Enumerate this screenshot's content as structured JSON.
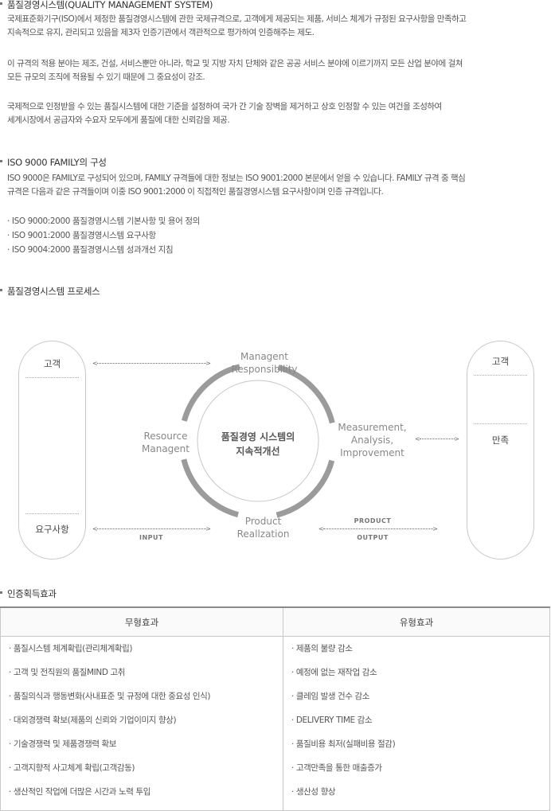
{
  "qms": {
    "title": "품질경영시스템(QUALITY MANAGEMENT SYSTEM)",
    "para1": [
      "국제표준화기구(ISO)에서 제정한 품질경영시스템에 관한 국제규격으로, 고객에게 제공되는 제품, 서비스 체계가 규정된 요구사항을 만족하고",
      "지속적으로 유지, 관리되고 있음을 제3자 인증기관에서 객관적으로 평가하여 인증해주는 제도."
    ],
    "para2": [
      "이 규격의 적용 분야는 제조, 건설, 서비스뿐만 아니라, 학교 및 지방 자치 단체와 같은 공공 서비스 분야에 이르기까지 모든 산업 분야에 걸쳐",
      "모든 규모의 조직에 적용될 수 있기 때문에 그 중요성이 강조."
    ],
    "para3": [
      "국제적으로 인정받을 수 있는 품질시스템에 대한 기준을 설정하여 국가 간 기술 장벽을 제거하고 상호 인정할 수 있는 여건을 조성하여",
      "세계시장에서 공급자와 수요자 모두에게 품질에 대한 신뢰감을 제공."
    ]
  },
  "family": {
    "title": "ISO 9000 FAMILY의 구성",
    "para": [
      "ISO 9000은 FAMILY로 구성되어 있으며, FAMILY 규격들에 대한 정보는 ISO 9001:2000 본문에서 얻을 수 있습니다. FAMILY 규격 중 핵심",
      "규격은 다음과 같은 규격들이며 이중 ISO 9001:2000 이 직접적인 품질경영시스템 요구사항이며 인증 규격입니다."
    ],
    "items": [
      "· ISO 9000:2000 품질경영시스템 기본사항 및 용어 정의",
      "· ISO 9001:2000 품질경영시스템 요구사항",
      "· ISO 9004:2000 품질경영시스템 성과개선 지침"
    ]
  },
  "process": {
    "title": "품질경영시스템 프로세스",
    "left_pill": {
      "top": "고객",
      "bottom": "요구사항"
    },
    "right_pill": {
      "top": "고객",
      "bottom": "만족"
    },
    "center": {
      "line1": "품질경영 시스템의",
      "line2": "지속적개선"
    },
    "top_label": [
      "Managent",
      "Responsibllity"
    ],
    "left_label": [
      "Resource",
      "Managent"
    ],
    "right_label": [
      "Measurement,",
      "Analysis,",
      "Improvement"
    ],
    "bottom_label": [
      "Product",
      "Reallzation"
    ],
    "input_label": "INPUT",
    "product_label": "PRODUCT",
    "output_label": "OUTPUT"
  },
  "effects": {
    "title": "인증획득효과",
    "columns": [
      "무형효과",
      "유형효과"
    ],
    "intangible": [
      "· 품질시스템 체계확립(관리체계확립)",
      "· 고객 및 전직원의 품질MIND 고취",
      "· 품질의식과 행동변화(사내표준 및 규정에 대한 중요성 인식)",
      "· 대외경쟁력 확보(제품의 신뢰와 기업이미지 향상)",
      "· 기술경쟁력 및 제품경쟁력 확보",
      "· 고객지향적 사고체계 확립(고객감동)",
      "· 생산적인 작업에  더많은 시간과 노력 투입"
    ],
    "tangible": [
      "· 제품의 불량 감소",
      "· 예정에 없는 재작업 감소",
      "· 클레임 발생 건수 감소",
      "· DELIVERY TIME 감소",
      "· 품질비용 최저(실패비용 절감)",
      "· 고객만족을 통한 매출증가",
      "· 생산성 향상"
    ]
  },
  "colors": {
    "ring": "#9b9b9b",
    "center_fill": "#ffffff",
    "border": "#c8c8c8"
  }
}
